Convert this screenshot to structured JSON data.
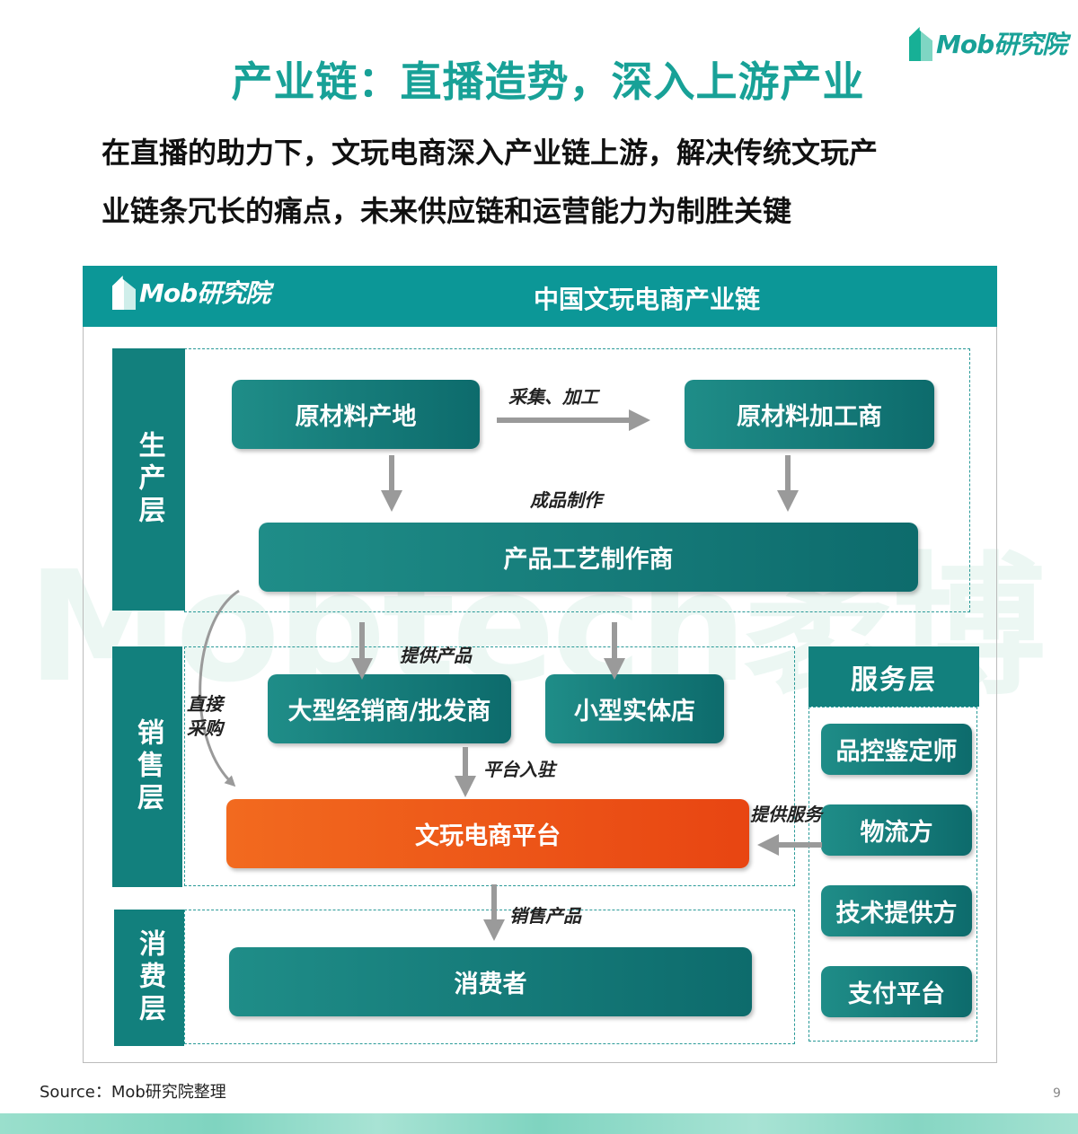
{
  "title": "产业链：直播造势，深入上游产业",
  "subtitle": [
    "在直播的助力下，文玩电商深入产业链上游，解决传统文玩产",
    "业链条冗长的痛点，未来供应链和运营能力为制胜关键"
  ],
  "logo": "Mob研究院",
  "watermark": "Mobtech袤博",
  "diagram": {
    "title": "中国文玩电商产业链",
    "layers": {
      "production": "生产层",
      "sales": "销售层",
      "consumption": "消费层",
      "service": "服务层"
    },
    "nodes": {
      "raw_origin": "原材料产地",
      "raw_processor": "原材料加工商",
      "craft_maker": "产品工艺制作商",
      "wholesaler": "大型经销商/批发商",
      "small_store": "小型实体店",
      "platform": "文玩电商平台",
      "consumer": "消费者"
    },
    "service_items": [
      "品控鉴定师",
      "物流方",
      "技术提供方",
      "支付平台"
    ],
    "edges": {
      "collect": "采集、加工",
      "finish": "成品制作",
      "supply": "提供产品",
      "direct": [
        "直接",
        "采购"
      ],
      "onboard": "平台入驻",
      "service": "提供服务",
      "sell": "销售产品"
    },
    "colors": {
      "teal": "#0c9797",
      "box": "#12807d",
      "platform": "#f05a1a"
    }
  },
  "source": "Source：Mob研究院整理",
  "page_number": "9"
}
